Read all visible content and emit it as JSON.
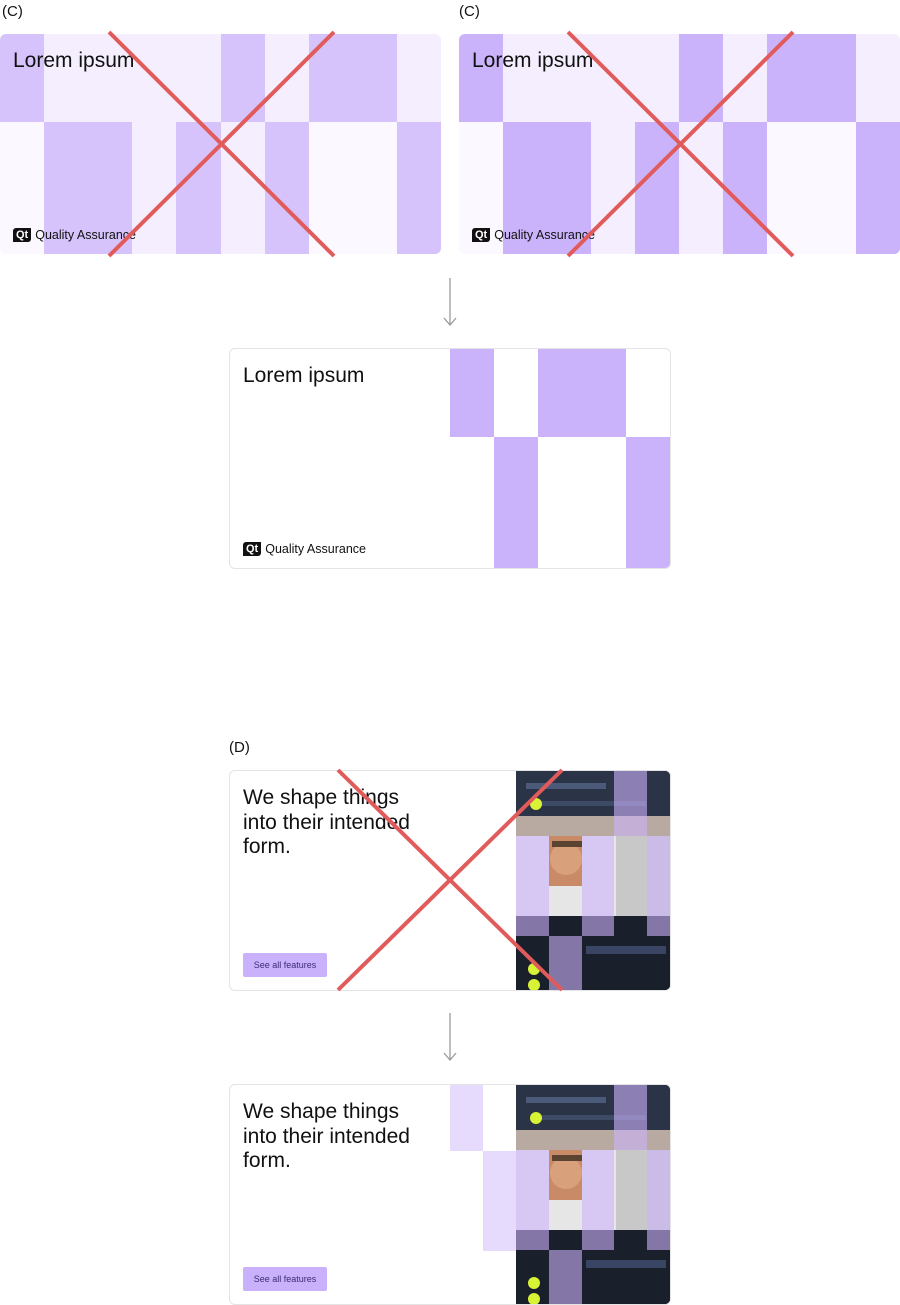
{
  "section_c": {
    "label_left": "(C)",
    "label_right": "(C)",
    "card_left": {
      "title": "Lorem ipsum",
      "brand_logo": "Qt",
      "brand_text": "Quality Assurance"
    },
    "card_right": {
      "title": "Lorem ipsum",
      "brand_logo": "Qt",
      "brand_text": "Quality Assurance"
    },
    "card_result": {
      "title": "Lorem ipsum",
      "brand_logo": "Qt",
      "brand_text": "Quality Assurance"
    }
  },
  "section_d": {
    "label": "(D)",
    "card_rejected": {
      "title": "We shape things into their intended form.",
      "cta_label": "See all features"
    },
    "card_result": {
      "title": "We shape things into their intended form.",
      "cta_label": "See all features"
    }
  },
  "colors": {
    "accent_purple": "#c9b2fb",
    "light_purple": "#f4eefe",
    "cross_red": "#e25b5b",
    "arrow_gray": "#9a9a9a"
  },
  "icons": [
    "qt-logo-icon",
    "cross-reject-icon",
    "arrow-down-icon"
  ]
}
